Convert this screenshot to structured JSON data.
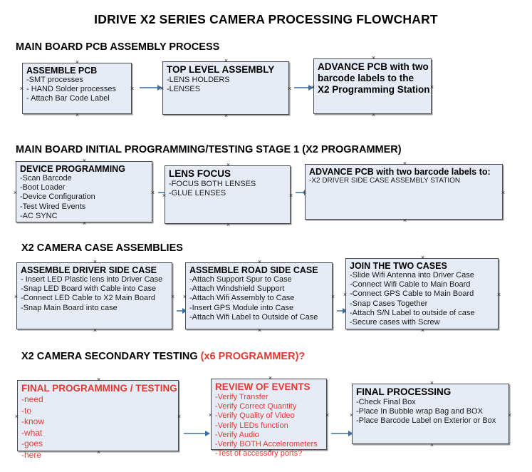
{
  "document": {
    "title": "IDRIVE X2  SERIES CAMERA PROCESSING FLOWCHART"
  },
  "colors": {
    "node_fill": "#e6ecf6",
    "node_border": "#4a4a4a",
    "connector": "#6f93b8",
    "accent_red": "#e03a33",
    "text": "#000000"
  },
  "sections": [
    {
      "id": "main-board-pcb-assembly-process",
      "header": "MAIN BOARD PCB ASSEMBLY PROCESS",
      "header_accent": "",
      "nodes": [
        {
          "id": "assemble-pcb",
          "title": "ASSEMBLE PCB",
          "lines": [
            "-SMT processes",
            "- HAND Solder processes",
            "- Attach Bar Code Label"
          ]
        },
        {
          "id": "top-level-assembly",
          "title": "TOP LEVEL ASSEMBLY",
          "lines": [
            "-LENS HOLDERS",
            "-LENSES"
          ]
        },
        {
          "id": "advance-pcb-x2-programming-station",
          "title": "ADVANCE PCB with two",
          "title_lines": [
            "ADVANCE PCB with two",
            "barcode labels to the",
            " X2 Programming Station"
          ],
          "lines": []
        }
      ]
    },
    {
      "id": "main-board-initial-programming-testing-stage-1",
      "header": "MAIN BOARD INITIAL PROGRAMMING/TESTING STAGE 1 (X2 PROGRAMMER)",
      "header_accent": "",
      "nodes": [
        {
          "id": "device-programming",
          "title": "DEVICE PROGRAMMING",
          "lines": [
            "-Scan Barcode",
            "-Boot Loader",
            "-Device Configuration",
            "-Test Wired Events",
            "-AC SYNC"
          ]
        },
        {
          "id": "lens-focus",
          "title": "LENS FOCUS",
          "lines": [
            "-FOCUS BOTH LENSES",
            "-GLUE LENSES"
          ]
        },
        {
          "id": "advance-pcb-driver-side-case-assembly",
          "title": "ADVANCE PCB with two barcode labels to:",
          "lines": [
            "-X2 DRIVER  SIDE  CASE  ASSEMBLY STATION"
          ]
        }
      ]
    },
    {
      "id": "x2-camera-case-assemblies",
      "header": "X2 CAMERA CASE ASSEMBLIES",
      "header_accent": "",
      "nodes": [
        {
          "id": "assemble-driver-side-case",
          "title": "ASSEMBLE DRIVER SIDE CASE",
          "lines": [
            "- Insert LED Plastic lens into Driver Case",
            "-Snap LED Board with Cable into Case",
            "-Connect LED Cable to X2 Main Board",
            "-Snap Main Board into case"
          ]
        },
        {
          "id": "assemble-road-side-case",
          "title": "ASSEMBLE ROAD SIDE CASE",
          "lines": [
            "-Attach Support Spur to Case",
            "-Attach Windshield Support",
            "-Attach Wifi Assembly to Case",
            "-Insert GPS Module into Case",
            "-Attach Wifi Label to Outside of Case"
          ]
        },
        {
          "id": "join-the-two-cases",
          "title": "JOIN THE TWO CASES",
          "lines": [
            "-Slide Wifi Antenna into Driver Case",
            "-Connect Wifi Cable to Main Board",
            "-Connect GPS Cable to Main Board",
            "-Snap Cases Together",
            "-Attach S/N Label to outside of case",
            "-Secure cases with Screw"
          ]
        }
      ]
    },
    {
      "id": "x2-camera-secondary-testing",
      "header": "X2 CAMERA SECONDARY TESTING ",
      "header_accent": "(x6 PROGRAMMER)?",
      "nodes": [
        {
          "id": "final-programming-testing",
          "title": "FINAL PROGRAMMING / TESTING",
          "lines": [
            "-need",
            "-to",
            "-know",
            "-what",
            "-goes",
            "-here"
          ]
        },
        {
          "id": "review-of-events",
          "title": "REVIEW OF EVENTS",
          "lines": [
            "-Verify Transfer",
            "-Verify Correct Quantity",
            "-Verify Quality of Video",
            "-Verify LEDs function",
            "-Verify Audio",
            "-Verify BOTH Accelerometers",
            "-Test of accessory ports?"
          ]
        },
        {
          "id": "final-processing",
          "title": "FINAL PROCESSING",
          "lines": [
            " -Check Final Box",
            "-Place In Bubble wrap Bag and BOX",
            "-Place Barcode Label on Exterior or Box"
          ]
        }
      ]
    }
  ]
}
